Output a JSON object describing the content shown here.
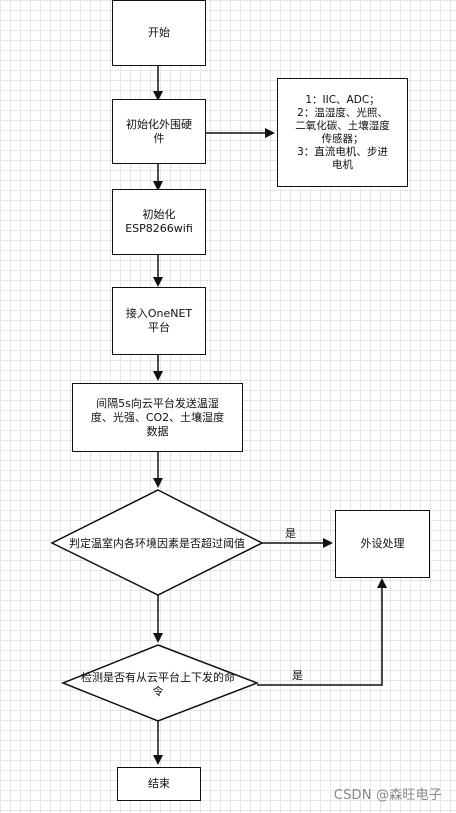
{
  "nodes": {
    "start": "开始",
    "init_hardware": "初始化外围硬\n件",
    "hardware_note": "1：IIC、ADC；\n2：温湿度、光照、\n二氧化碳、土壤湿度\n传感器；\n3：直流电机、步进\n电机",
    "init_wifi": "初始化\nESP8266wifi",
    "connect_onenet": "接入OneNET\n平台",
    "send_data": "间隔5s向云平台发送温湿\n度、光强、CO2、土壤湿度\n数据",
    "check_threshold": "判定温室内各环境因素是否超过阈值",
    "peripheral_process": "外设处理",
    "check_command": "检测是否有从云平台上下发的命\n令",
    "end": "结束"
  },
  "edges": {
    "yes_threshold": "是",
    "yes_command": "是"
  },
  "watermark": "CSDN @森旺电子"
}
